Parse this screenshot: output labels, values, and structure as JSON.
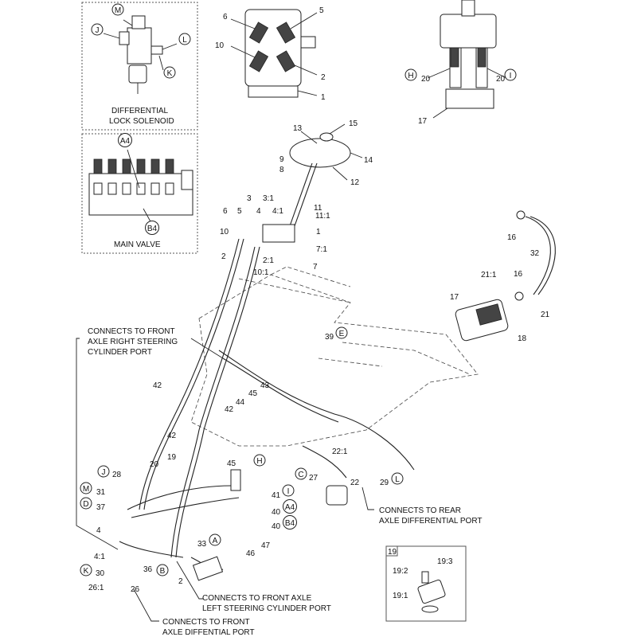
{
  "insets": {
    "solenoid_caption": [
      "DIFFERENTIAL",
      "LOCK SOLENOID"
    ],
    "main_valve_caption": "MAIN VALVE",
    "kit_box_label": "19"
  },
  "callouts": [
    {
      "text": "CONNECTS TO FRONT"
    },
    {
      "text": "AXLE RIGHT STEERING"
    },
    {
      "text": "CYLINDER PORT"
    },
    {
      "text": "CONNECTS TO REAR"
    },
    {
      "text": "AXLE DIFFERENTIAL PORT"
    },
    {
      "text": "CONNECTS TO FRONT AXLE"
    },
    {
      "text": "LEFT STEERING CYLINDER PORT"
    },
    {
      "text": "CONNECTS TO FRONT"
    },
    {
      "text": "AXLE DIFFENTIAL PORT"
    }
  ],
  "part_numbers": [
    "M",
    "J",
    "L",
    "K",
    "6",
    "5",
    "10",
    "2",
    "1",
    "H",
    "20",
    "20",
    "I",
    "17",
    "A4",
    "B4",
    "13",
    "15",
    "9",
    "14",
    "8",
    "12",
    "3",
    "3:1",
    "4",
    "4:1",
    "6",
    "5",
    "11",
    "11:1",
    "10",
    "1",
    "2",
    "7:1",
    "2:1",
    "7",
    "10:1",
    "16",
    "32",
    "21:1",
    "16",
    "17",
    "21",
    "18",
    "39",
    "E",
    "42",
    "43",
    "45",
    "44",
    "42",
    "42",
    "19",
    "45",
    "H",
    "20",
    "J",
    "28",
    "22:1",
    "C",
    "27",
    "22",
    "29",
    "L",
    "M",
    "31",
    "41",
    "I",
    "D",
    "37",
    "40",
    "A4",
    "40",
    "B4",
    "4",
    "33",
    "A",
    "47",
    "46",
    "4:1",
    "K",
    "30",
    "36",
    "B",
    "26:1",
    "26",
    "2",
    "19:3",
    "19:2",
    "19:1"
  ]
}
